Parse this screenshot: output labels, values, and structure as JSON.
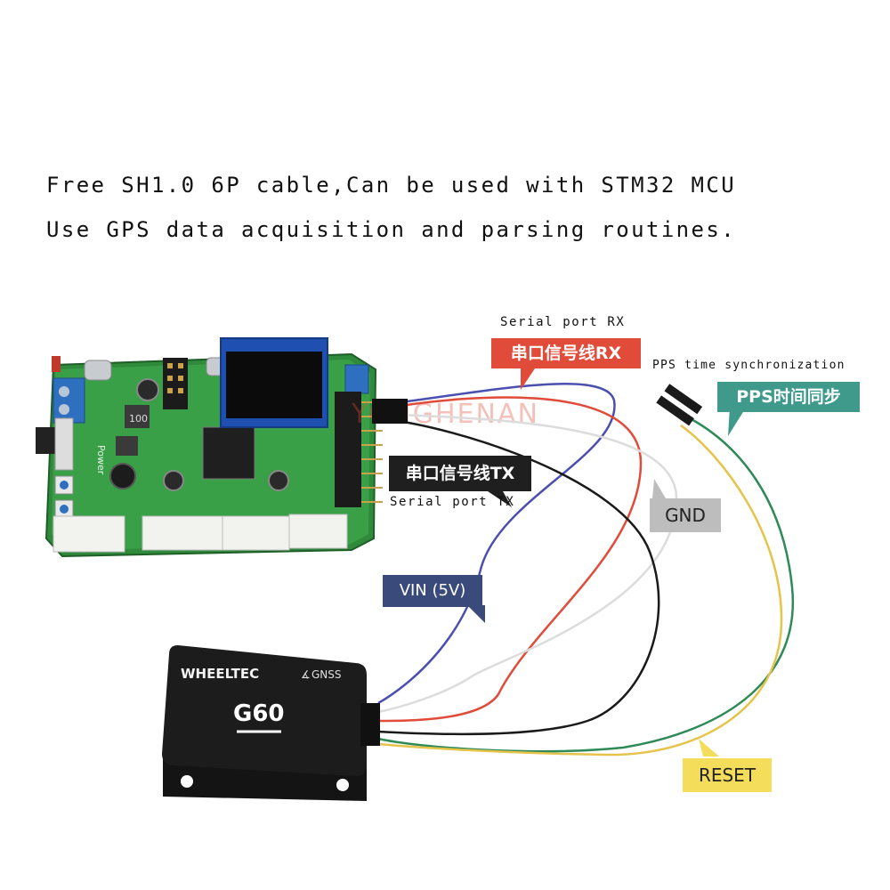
{
  "caption": {
    "line1": "Free SH1.0 6P cable,Can be used with STM32 MCU",
    "line2": "Use GPS data acquisition and parsing routines."
  },
  "labels": {
    "rx_en": "Serial port RX",
    "rx_cn": "串口信号线RX",
    "pps_en": "PPS time synchronization",
    "pps_cn": "PPS时间同步",
    "tx_cn": "串口信号线TX",
    "tx_en": "Serial port TX",
    "gnd": "GND",
    "vin": "VIN (5V)",
    "reset": "RESET"
  },
  "module": {
    "brand": "WHEELTEC",
    "gnss": "GNSS",
    "model": "G60"
  },
  "watermark": "YONGHENAN",
  "board": {
    "silk_power": "Power",
    "silk_100": "100"
  },
  "colors": {
    "rx_tag": "#e14b3a",
    "pps_tag": "#3f9a8c",
    "tx_tag": "#1f1f1f",
    "gnd_tag": "#bdbdbd",
    "vin_tag": "#3a4a7a",
    "reset_tag": "#f3dd5a",
    "pcb": "#2f8a3c"
  }
}
